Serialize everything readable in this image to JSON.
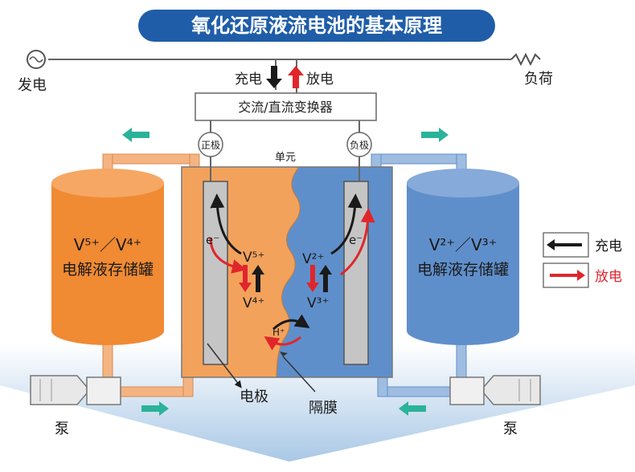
{
  "title": "氧化还原液流电池的基本原理",
  "power": {
    "generation_label": "发电",
    "load_label": "负荷",
    "charge_label": "充电",
    "discharge_label": "放电",
    "converter_label": "交流/直流变换器"
  },
  "cell": {
    "label": "单元",
    "positive_terminal": "正极",
    "negative_terminal": "负极",
    "electrode_label": "电极",
    "membrane_label": "隔膜"
  },
  "tanks": {
    "left": {
      "species": "V⁵⁺／V⁴⁺",
      "label": "电解液存储罐",
      "color": "#f08a33"
    },
    "right": {
      "species": "V²⁺／V³⁺",
      "label": "电解液存储罐",
      "color": "#5f8fcb"
    }
  },
  "ions": {
    "electron": "e⁻",
    "v5": "V⁵⁺",
    "v4": "V⁴⁺",
    "v2": "V²⁺",
    "v3": "V³⁺",
    "proton": "H⁺"
  },
  "pumps": {
    "left_label": "泵",
    "right_label": "泵"
  },
  "legend": {
    "charge_label": "充电",
    "discharge_label": "放电",
    "charge_color": "#1a1a1a",
    "discharge_color": "#e0262b"
  },
  "colors": {
    "title_bg": "#1f5da8",
    "orange": "#f08a33",
    "blue": "#5f8fcb",
    "flow_arrow": "#2bb39a",
    "floor": "#aecbe6"
  }
}
